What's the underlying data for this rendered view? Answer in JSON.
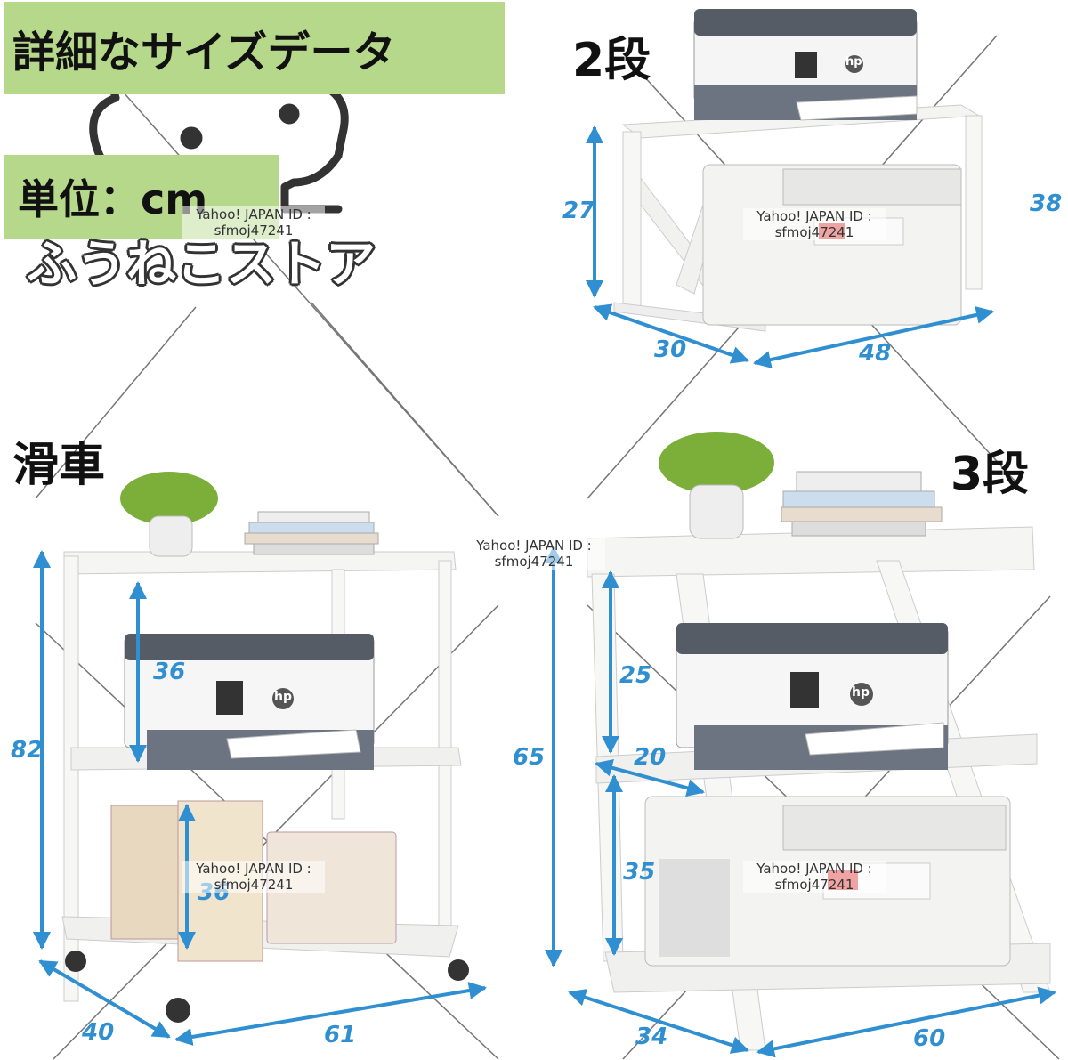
{
  "header": {
    "title": "詳細なサイズデータ",
    "unit_label": "単位：cm",
    "store_name": "ふうねこストア"
  },
  "sections": {
    "two_tier": {
      "label": "2段",
      "dims": {
        "height": "27",
        "total_height": "38",
        "depth": "30",
        "width": "48"
      }
    },
    "casters": {
      "label": "滑車",
      "dims": {
        "total_height": "82",
        "upper_gap": "36",
        "lower_gap": "36",
        "depth": "40",
        "width": "61"
      }
    },
    "three_tier": {
      "label": "3段",
      "dims": {
        "total_height": "65",
        "upper_gap": "25",
        "shelf_depth": "20",
        "lower_gap": "35",
        "depth": "34",
        "width": "60"
      }
    }
  },
  "watermark": {
    "line1": "Yahoo! JAPAN ID :",
    "line2": "sfmoj47241"
  },
  "printer_brand": "hp",
  "colors": {
    "label_bg": "#b6d88a",
    "dimension": "#2f8fd0"
  }
}
